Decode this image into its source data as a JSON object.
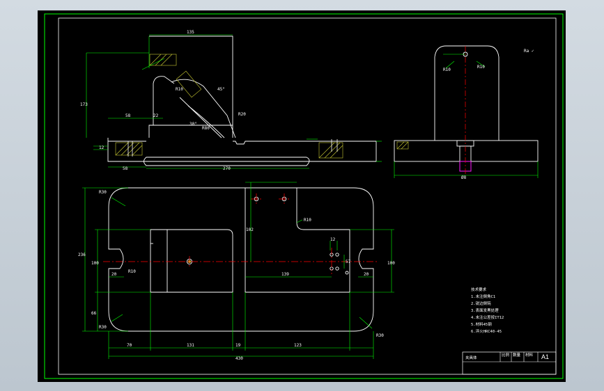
{
  "colors": {
    "background": "#c9d2da",
    "sheet": "#000000",
    "frame": "#00ff00",
    "outline": "#ffffff",
    "dimension": "#00ff00",
    "centerline": "#ff0000",
    "hatch": "#c8c832",
    "highlight": "#ff00ff"
  },
  "front_view": {
    "dims": {
      "top_width": "135",
      "height_left": "173",
      "d58_upper": "58",
      "d22": "22",
      "d58_lower": "58",
      "length": "270",
      "r10": "R10",
      "r20": "R20",
      "r80": "R80",
      "angle_45": "45°",
      "angle_30": "30°",
      "d12_left": "12"
    }
  },
  "side_view": {
    "dims": {
      "r10_left": "R10",
      "r10_right": "R10",
      "bottom_width": "Ø8"
    }
  },
  "top_view": {
    "dims": {
      "r30_top": "R30",
      "r30_bottom": "R30",
      "r30_right": "R30",
      "r10_mid": "R10",
      "r10_slot": "R10",
      "overall_height": "236",
      "d100_left": "100",
      "d100_right": "100",
      "d66": "66",
      "d102": "102",
      "d139": "139",
      "d70": "70",
      "d131": "131",
      "d19": "19",
      "d123": "123",
      "overall_length": "430",
      "d20_left": "20",
      "d20_right": "20",
      "d12": "12",
      "d57": "57"
    }
  },
  "roughness_symbol": "Ra ✓",
  "notes": {
    "title": "技术要求",
    "lines": [
      "1.未注倒角C1",
      "2.锐边倒钝",
      "3.表面发黑处理",
      "4.未注公差按IT12",
      "5.材料45钢",
      "6.淬火HRC40-45"
    ]
  },
  "title_block": {
    "part_name": "夹具体",
    "cells": [
      "比例",
      "数量",
      "材料"
    ],
    "sheet_size": "A1"
  }
}
